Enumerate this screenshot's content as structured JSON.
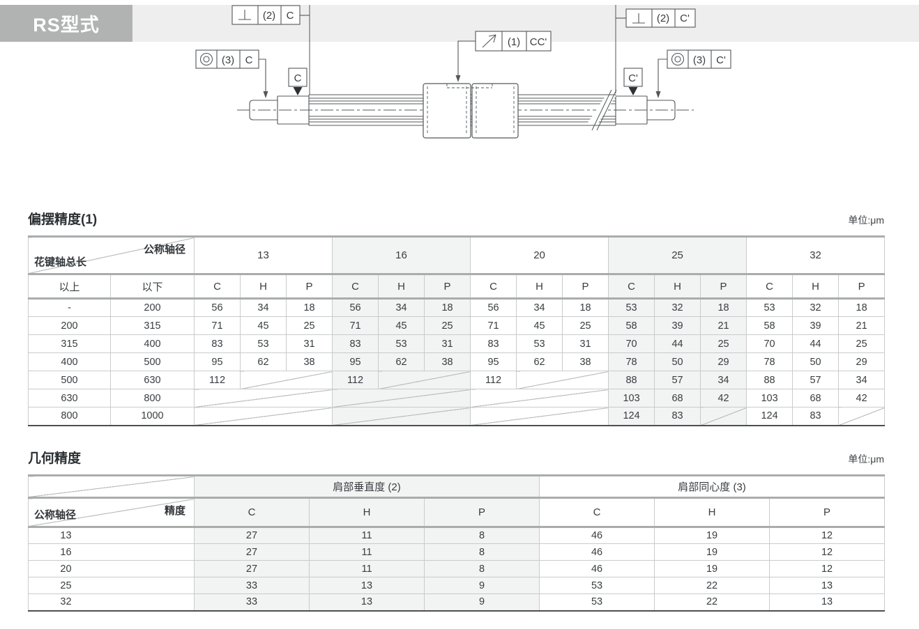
{
  "header": {
    "tag": "RS型式"
  },
  "diagram": {
    "perp_left": {
      "ref": "(2)",
      "datum": "C"
    },
    "perp_right": {
      "ref": "(2)",
      "datum": "C'"
    },
    "conc_left": {
      "ref": "(3)",
      "datum": "C"
    },
    "conc_right": {
      "ref": "(3)",
      "datum": "C'"
    },
    "runout": {
      "ref": "(1)",
      "datum": "CC'"
    },
    "datum_left": "C",
    "datum_right": "C'"
  },
  "table1": {
    "title": "偏摆精度(1)",
    "unit": "单位:μm",
    "corner_top": "公称轴径",
    "corner_bottom": "花键轴总长",
    "col_over": "以上",
    "col_under": "以下",
    "diameters": [
      "13",
      "16",
      "20",
      "25",
      "32"
    ],
    "chp": [
      "C",
      "H",
      "P"
    ],
    "rows": [
      {
        "over": "-",
        "under": "200",
        "v": [
          "56",
          "34",
          "18",
          "56",
          "34",
          "18",
          "56",
          "34",
          "18",
          "53",
          "32",
          "18",
          "53",
          "32",
          "18"
        ]
      },
      {
        "over": "200",
        "under": "315",
        "v": [
          "71",
          "45",
          "25",
          "71",
          "45",
          "25",
          "71",
          "45",
          "25",
          "58",
          "39",
          "21",
          "58",
          "39",
          "21"
        ]
      },
      {
        "over": "315",
        "under": "400",
        "v": [
          "83",
          "53",
          "31",
          "83",
          "53",
          "31",
          "83",
          "53",
          "31",
          "70",
          "44",
          "25",
          "70",
          "44",
          "25"
        ]
      },
      {
        "over": "400",
        "under": "500",
        "v": [
          "95",
          "62",
          "38",
          "95",
          "62",
          "38",
          "95",
          "62",
          "38",
          "78",
          "50",
          "29",
          "78",
          "50",
          "29"
        ]
      },
      {
        "over": "500",
        "under": "630",
        "v": [
          "112",
          "112",
          "112",
          "88",
          "57",
          "34",
          "88",
          "57",
          "34"
        ]
      },
      {
        "over": "630",
        "under": "800",
        "v": [
          "103",
          "68",
          "42",
          "103",
          "68",
          "42"
        ]
      },
      {
        "over": "800",
        "under": "1000",
        "v": [
          "124",
          "83",
          "124",
          "83"
        ]
      }
    ]
  },
  "table2": {
    "title": "几何精度",
    "unit": "单位:μm",
    "corner_top": "精度",
    "corner_bottom": "公称轴径",
    "group1": "肩部垂直度 (2)",
    "group2": "肩部同心度 (3)",
    "chp": [
      "C",
      "H",
      "P"
    ],
    "rows": [
      {
        "dia": "13",
        "v": [
          "27",
          "11",
          "8",
          "46",
          "19",
          "12"
        ]
      },
      {
        "dia": "16",
        "v": [
          "27",
          "11",
          "8",
          "46",
          "19",
          "12"
        ]
      },
      {
        "dia": "20",
        "v": [
          "27",
          "11",
          "8",
          "46",
          "19",
          "12"
        ]
      },
      {
        "dia": "25",
        "v": [
          "33",
          "13",
          "9",
          "53",
          "22",
          "13"
        ]
      },
      {
        "dia": "32",
        "v": [
          "33",
          "13",
          "9",
          "53",
          "22",
          "13"
        ]
      }
    ]
  },
  "colors": {
    "header_box": "#b1b3b3",
    "header_strip": "#eeeeee",
    "shade": "#f2f3f3"
  }
}
